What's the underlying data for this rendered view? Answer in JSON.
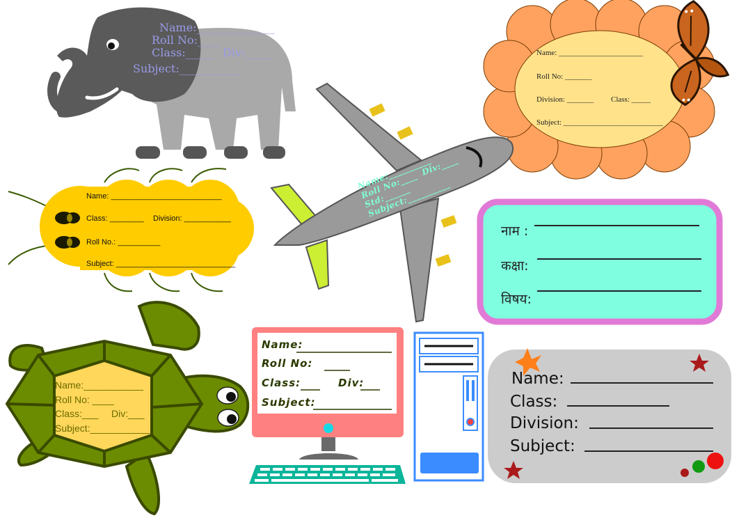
{
  "elephant_tag": {
    "name": "Name:______________",
    "roll": "Roll No:____",
    "class": "Class:_____",
    "div": "Div:_____",
    "subject": "Subject:___________"
  },
  "flower_tag": {
    "name": "Name: ______________________",
    "roll": "Roll No: _______",
    "division": "Division: _______",
    "class": "Class: _____",
    "subject": "Subject: __________________________"
  },
  "caterpillar_tag": {
    "name": "Name: __________________________",
    "class": "Class: ________",
    "division": "Division: ___________",
    "roll": "Roll No.: __________",
    "subject": "Subject: ____________________________"
  },
  "plane_tag": {
    "name": "Name:__________",
    "roll": "Roll No:____",
    "std": "Std:______",
    "div": "Div:____",
    "subject": "Subject:__________"
  },
  "hindi_tag": {
    "name": "नाम :",
    "class": "कक्षा:",
    "subject": "विषय:"
  },
  "turtle_tag": {
    "name": "Name:___________",
    "roll": "Roll No: ____",
    "class": "Class:___",
    "div": "Div:___",
    "subject": "Subject:___________"
  },
  "computer_tag": {
    "name": "Name:",
    "roll": "Roll No:",
    "class": "Class:",
    "div": "Div:",
    "subject": "Subject:"
  },
  "grey_tag": {
    "name": "Name:",
    "class": "Class:",
    "division": "Division:",
    "subject": "Subject:"
  },
  "colors": {
    "elephant": "#9a9a9a",
    "flower_petal": "#ffa260",
    "flower_center": "#ffe28a",
    "caterpillar": "#ffcc00",
    "plane": "#9a9a9a",
    "hindi_border": "#e07ad6",
    "hindi_fill": "#7fffe0",
    "turtle": "#6b8c00",
    "monitor": "#ff8080",
    "tower": "#3b8cff",
    "grey_card": "#cccccc"
  }
}
